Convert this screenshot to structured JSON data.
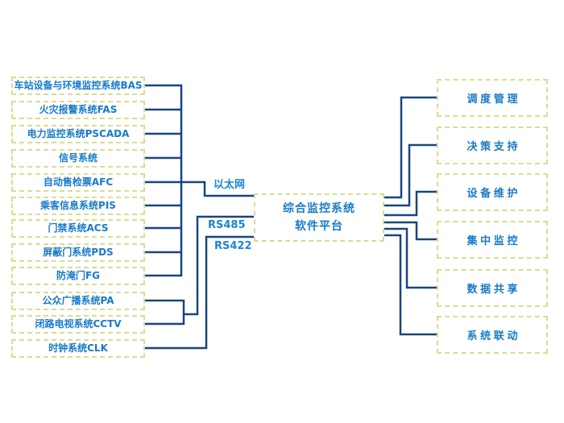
{
  "colors": {
    "line": "#18467e",
    "box_border": "#d9dd90",
    "box_text": "#187ac8",
    "label_text": "#1b86d2"
  },
  "diagram": {
    "left_systems": [
      "车站设备与环境监控系统BAS",
      "火灾报警系统FAS",
      "电力监控系统PSCADA",
      "信号系统",
      "自动售检票AFC",
      "乘客信息系统PIS",
      "门禁系统ACS",
      "屏蔽门系统PDS",
      "防淹门FG",
      "公众广播系统PA",
      "闭路电视系统CCTV",
      "时钟系统CLK"
    ],
    "platform": {
      "line1": "综合监控系统",
      "line2": "软件平台"
    },
    "right_functions": [
      "调度管理",
      "决策支持",
      "设备维护",
      "集中监控",
      "数据共享",
      "系统联动"
    ],
    "link_labels": {
      "ethernet": "以太网",
      "rs485": "RS485",
      "rs422": "RS422"
    }
  }
}
